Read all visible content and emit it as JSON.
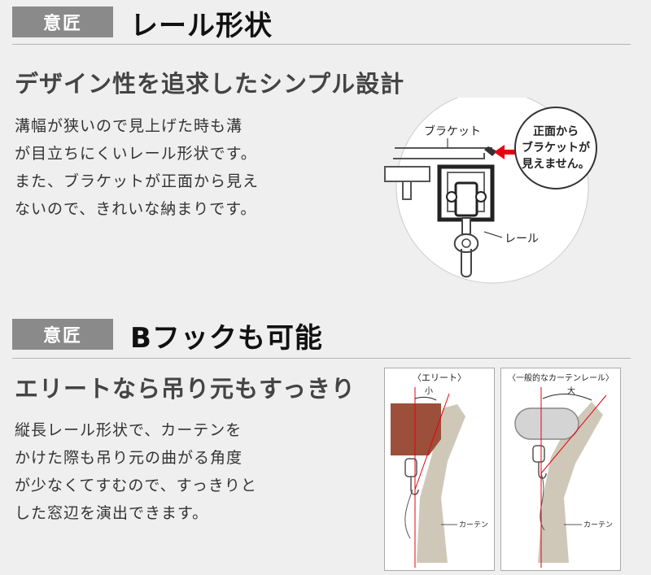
{
  "section1": {
    "tag": "意匠",
    "title": "レール形状",
    "subhead": "デザイン性を追求したシンプル設計",
    "body": [
      "溝幅が狭いので見上げた時も溝",
      "が目立ちにくいレール形状です。",
      "また、ブラケットが正面から見え",
      "ないので、きれいな納まりです。"
    ],
    "diagram": {
      "bracket_label": "ブラケット",
      "rail_label": "レール",
      "callout": [
        "正面から",
        "ブラケットが",
        "見えません。"
      ]
    }
  },
  "section2": {
    "tag": "意匠",
    "title": "Bフックも可能",
    "subhead": "エリートなら吊り元もすっきり",
    "body": [
      "縦長レール形状で、カーテンを",
      "かけた際も吊り元の曲がる角度",
      "が少なくてすむので、すっきりと",
      "した窓辺を演出できます。"
    ],
    "panel_left": {
      "caption": "〈エリート〉",
      "angle_label": "小",
      "curtain_label": "カーテン"
    },
    "panel_right": {
      "caption": "〈一般的なカーテンレール〉",
      "angle_label": "大",
      "curtain_label": "カーテン"
    }
  },
  "colors": {
    "tag_bg": "#8a8a8a",
    "accent_red": "#e60012",
    "rail_brown": "#9c4f3a",
    "curtain": "#cfc8b8"
  }
}
